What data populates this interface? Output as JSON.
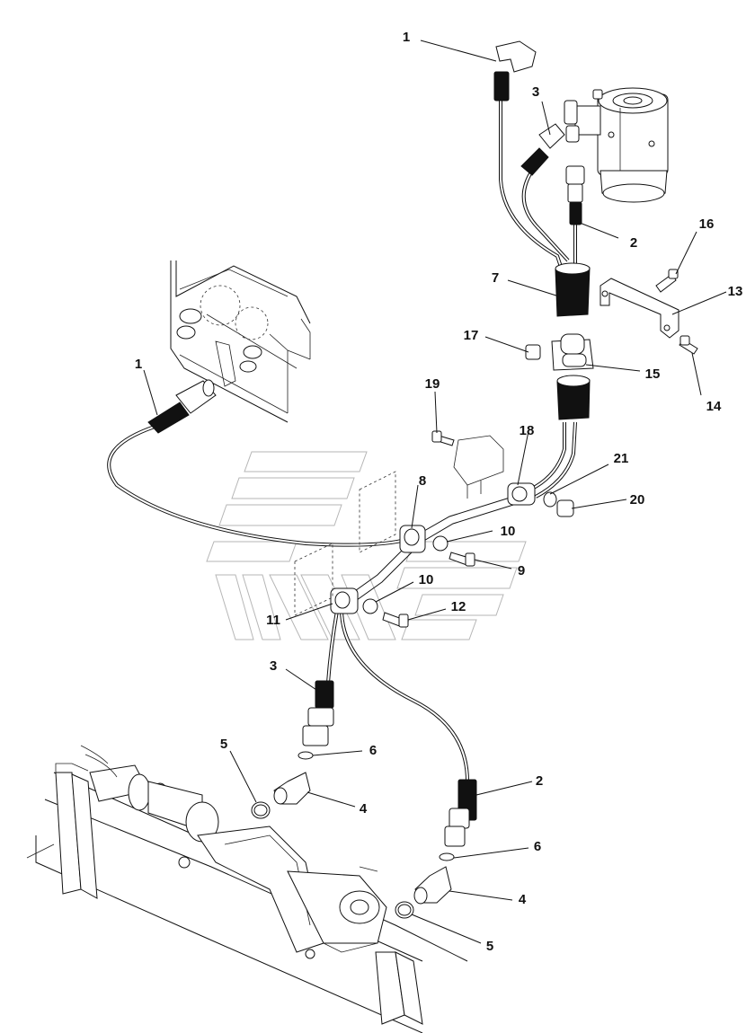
{
  "callouts": [
    {
      "id": "c1",
      "label": "1"
    },
    {
      "id": "c2",
      "label": "3"
    },
    {
      "id": "c3",
      "label": "2"
    },
    {
      "id": "c4",
      "label": "16"
    },
    {
      "id": "c5",
      "label": "13"
    },
    {
      "id": "c6",
      "label": "7"
    },
    {
      "id": "c7",
      "label": "17"
    },
    {
      "id": "c8",
      "label": "15"
    },
    {
      "id": "c9",
      "label": "14"
    },
    {
      "id": "c10",
      "label": "1"
    },
    {
      "id": "c11",
      "label": "19"
    },
    {
      "id": "c12",
      "label": "18"
    },
    {
      "id": "c13",
      "label": "21"
    },
    {
      "id": "c14",
      "label": "20"
    },
    {
      "id": "c15",
      "label": "8"
    },
    {
      "id": "c16",
      "label": "10"
    },
    {
      "id": "c17",
      "label": "9"
    },
    {
      "id": "c18",
      "label": "10"
    },
    {
      "id": "c19",
      "label": "12"
    },
    {
      "id": "c20",
      "label": "11"
    },
    {
      "id": "c21",
      "label": "3"
    },
    {
      "id": "c22",
      "label": "5"
    },
    {
      "id": "c23",
      "label": "6"
    },
    {
      "id": "c24",
      "label": "4"
    },
    {
      "id": "c25",
      "label": "2"
    },
    {
      "id": "c26",
      "label": "6"
    },
    {
      "id": "c27",
      "label": "4"
    },
    {
      "id": "c28",
      "label": "5"
    }
  ]
}
